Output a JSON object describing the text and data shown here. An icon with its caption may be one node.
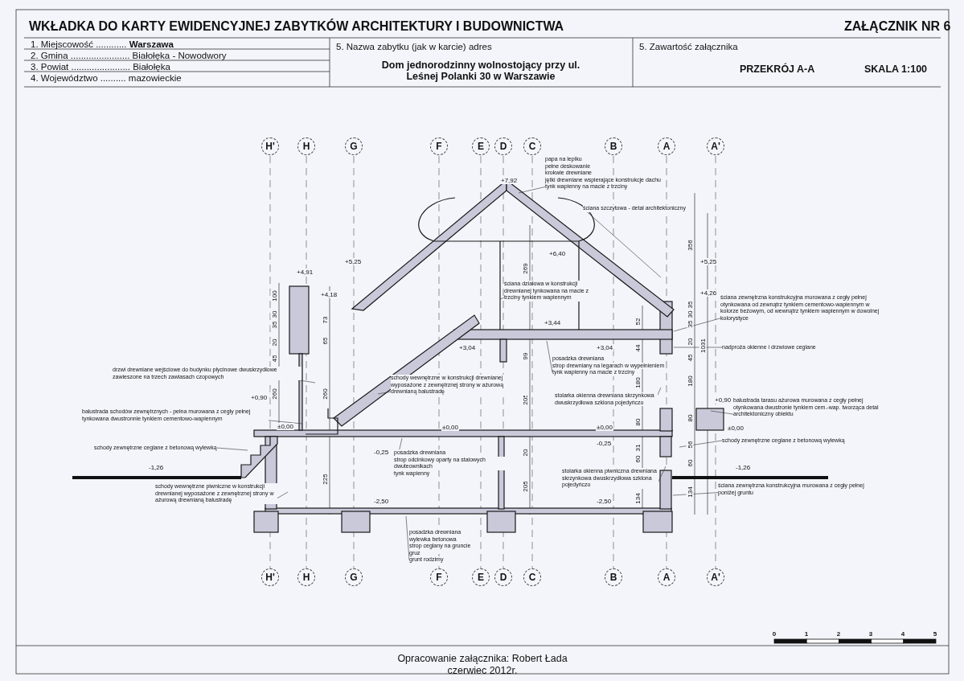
{
  "diagram": {
    "title": "WKŁADKA DO KARTY EWIDENCYJNEJ ZABYTKÓW ARCHITEKTURY I BUDOWNICTWA",
    "nodes": [
      {
        "text": [
          "papa na lepiku",
          "pełne deskowanie",
          "krokwie drewniane",
          "jętki drewniane wspierające konstrukcje dachu",
          "tynk wapienny na macie z trzciny"
        ]
      },
      {
        "text": [
          "ściana szczytowa - detal architektoniczny"
        ]
      },
      {
        "text": [
          "ściana działowa w konstrukcji drewnianej tynkowana na macie z trzciny tynkiem wapiennym"
        ]
      },
      {
        "text": [
          "ściana zewnętrzna konstrukcyjna murowana z cegły pełnej otynkowana od zewnątrz tynkiem cementowo-wapiennym w kolorze beżowym, od wewnątrz tynkiem wapiennym w dowolnej kolorystyce"
        ]
      },
      {
        "text": [
          "nadproża okienne i drzwiowe ceglane"
        ]
      },
      {
        "text": [
          "drzwi drewniane wejściowe do budynku płycinowe dwuskrzydłowe zawieszone na trzech zawiasach czopowych"
        ]
      },
      {
        "text": [
          "schody wewnętrzne w konstrukcji drewnianej wyposażone z zewnętrznej strony w ażurową drewnianą balustradę"
        ]
      },
      {
        "text": [
          "posadzka drewniana",
          "strop drewniany na legarach w wypełnieniem",
          "tynk wapienny na macie z trzciny"
        ]
      },
      {
        "text": [
          "stolarka okienna drewniana skrzynkowa dwuskrzydłowa szklona pojedyńczo"
        ]
      },
      {
        "text": [
          "balustrada schodów zewnętrznych - pełna murowana z cegły pełnej tynkowana dwustronnie tynkiem cementowo-wapiennym"
        ]
      },
      {
        "text": [
          "balustrada tarasu ażurowa murowana z cegły pełnej otynkowana dwustronie tynkiem cem.-wap. tworząca detal architektoniczny obiektu"
        ]
      },
      {
        "text": [
          "schody zewnętrzne ceglane z betonową wylewką"
        ]
      },
      {
        "text": [
          "schody zewnętrzne ceglane z betonową wylewką"
        ]
      },
      {
        "text": [
          "posadzka drewniana",
          "strop odcinkowy oparty na stalowych dwuteownikach",
          "tynk wapienny"
        ]
      },
      {
        "text": [
          "stolarka okienna piwniczna drewniana skrzynkowa dwuskrzydłowa szklona pojedyńczo"
        ]
      },
      {
        "text": [
          "schody wewnętrzne piwniczne w konstrukcji drewnianej wyposażone z zewnętrznej strony w ażurową drewnianą balustradę"
        ]
      },
      {
        "text": [
          "ściana zewnętrzna konstrukcyjna murowana z cegły pełnej poniżej gruntu"
        ]
      },
      {
        "text": [
          "posadzka drewniana",
          "wylewka betonowa",
          "strop ceglany na gruncie",
          "gruz",
          "grunt rodzimy"
        ]
      }
    ],
    "edges": [
      {
        "from": 0,
        "to": null,
        "arrow": "none"
      },
      {
        "from": 1,
        "to": null,
        "arrow": "none"
      },
      {
        "from": 2,
        "to": null,
        "arrow": "none"
      },
      {
        "from": 3,
        "to": null,
        "arrow": "none"
      },
      {
        "from": 4,
        "to": null,
        "arrow": "none"
      },
      {
        "from": 5,
        "to": null,
        "arrow": "none"
      },
      {
        "from": 6,
        "to": null,
        "arrow": "none"
      },
      {
        "from": 7,
        "to": null,
        "arrow": "none"
      },
      {
        "from": 8,
        "to": null,
        "arrow": "none"
      },
      {
        "from": 9,
        "to": null,
        "arrow": "none"
      },
      {
        "from": 10,
        "to": null,
        "arrow": "none"
      },
      {
        "from": 11,
        "to": null,
        "arrow": "none"
      },
      {
        "from": 12,
        "to": null,
        "arrow": "none"
      },
      {
        "from": 13,
        "to": null,
        "arrow": "none"
      },
      {
        "from": 14,
        "to": null,
        "arrow": "none"
      },
      {
        "from": 15,
        "to": null,
        "arrow": "none"
      },
      {
        "from": 16,
        "to": null,
        "arrow": "none"
      },
      {
        "from": 17,
        "to": null,
        "arrow": "none"
      }
    ],
    "labels": [
      "ZAŁĄCZNIK NR 6",
      "1. Miejscowość ............ **Warszawa**",
      "2. Gmina ....................... Białołęka - Nowodwory",
      "3. Powiat ....................... Białołęka",
      "4. Województwo .......... mazowieckie",
      "5. Nazwa zabytku (jak w karcie) adres",
      "Dom jednorodzinny wolnostojący przy ul. Leśnej Polanki 30 w Warszawie",
      "5. Zawartość załącznika",
      "PRZEKRÓJ A-A",
      "SKALA 1:100",
      "H'",
      "H",
      "G",
      "F",
      "E",
      "D",
      "C",
      "B",
      "A",
      "A'",
      "+7,92",
      "+6,40",
      "+5,25",
      "+5,25",
      "+4,91",
      "+4,18",
      "+4,26",
      "+3,44",
      "+3,04",
      "+3,04",
      "+0,90",
      "+0,90",
      "±0,00",
      "±0,00",
      "±0,00",
      "±0,00",
      "-0,25",
      "-0,25",
      "-1,26",
      "-1,26",
      "-2,50",
      "-2,50",
      "100",
      "30",
      "35",
      "20",
      "45",
      "260",
      "73",
      "65",
      "260",
      "225",
      "269",
      "99",
      "205",
      "20",
      "205",
      "52",
      "44",
      "180",
      "80",
      "31",
      "60",
      "134",
      "356",
      "35",
      "30",
      "35",
      "20",
      "45",
      "180",
      "80",
      "56",
      "60",
      "134",
      "1031",
      "H'",
      "H",
      "G",
      "F",
      "E",
      "D",
      "C",
      "B",
      "A",
      "A'",
      "0",
      "1",
      "2",
      "3",
      "4",
      "5",
      "Opracowanie załącznika: Robert Łada",
      "czerwiec 2012r."
    ]
  }
}
